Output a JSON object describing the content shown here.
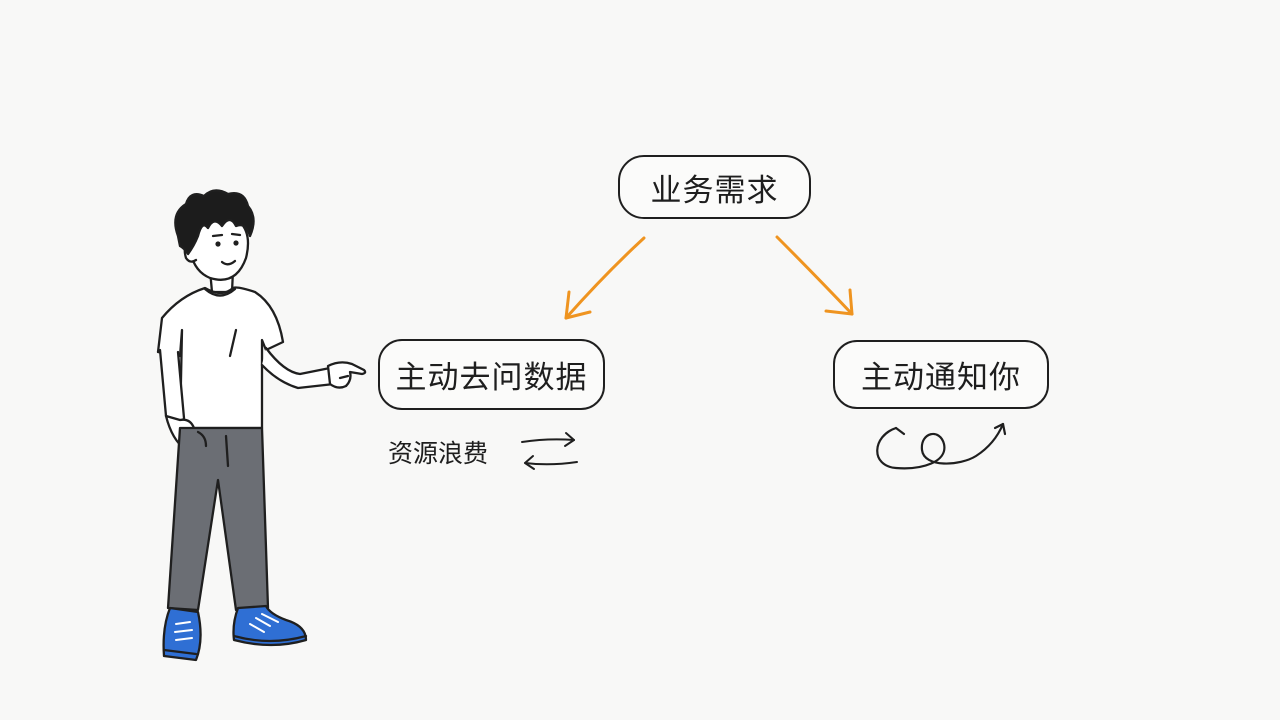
{
  "diagram": {
    "top_node": {
      "label": "业务需求"
    },
    "left_node": {
      "label": "主动去问数据"
    },
    "right_node": {
      "label": "主动通知你"
    },
    "left_note": {
      "label": "资源浪费"
    }
  },
  "colors": {
    "arrow": "#ef9420",
    "ink": "#1f1f1f",
    "shirt": "#ffffff",
    "pants": "#6b6e74",
    "shoes": "#2f6fd4",
    "skin": "#ffffff",
    "background": "#f8f8f7"
  },
  "icons": {
    "left_note_icon": "swap-arrows-icon",
    "right_note_icon": "loop-arrow-icon",
    "person": "person-pointing-illustration"
  }
}
